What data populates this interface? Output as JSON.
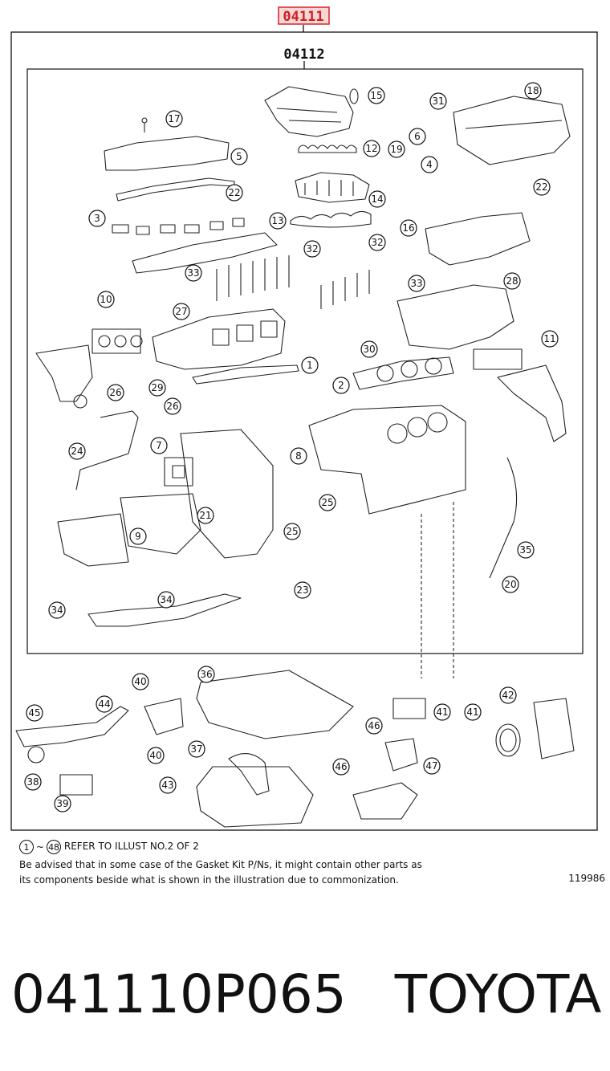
{
  "diagram": {
    "top_code": "04111",
    "sub_code": "04112",
    "callouts": [
      "1",
      "2",
      "3",
      "4",
      "5",
      "6",
      "7",
      "8",
      "9",
      "10",
      "11",
      "12",
      "13",
      "14",
      "15",
      "16",
      "17",
      "18",
      "19",
      "20",
      "21",
      "22",
      "22",
      "23",
      "24",
      "25",
      "25",
      "26",
      "26",
      "27",
      "28",
      "29",
      "30",
      "31",
      "32",
      "32",
      "33",
      "33",
      "34",
      "34",
      "35",
      "36",
      "37",
      "38",
      "39",
      "40",
      "40",
      "41",
      "41",
      "42",
      "43",
      "44",
      "45",
      "46",
      "46",
      "47"
    ]
  },
  "notes": {
    "range_start": "1",
    "range_tilde": "~",
    "range_end": "48",
    "range_text": "REFER TO ILLUST NO.2 OF 2",
    "line2": "Be advised that in some case of the Gasket Kit P/Ns,  it might contain other parts as",
    "line3": "its components beside what is shown in the illustration due to commonization.",
    "illust_code": "119986"
  },
  "caption": {
    "part_number": "041110P065",
    "brand": "TOYOTA"
  }
}
